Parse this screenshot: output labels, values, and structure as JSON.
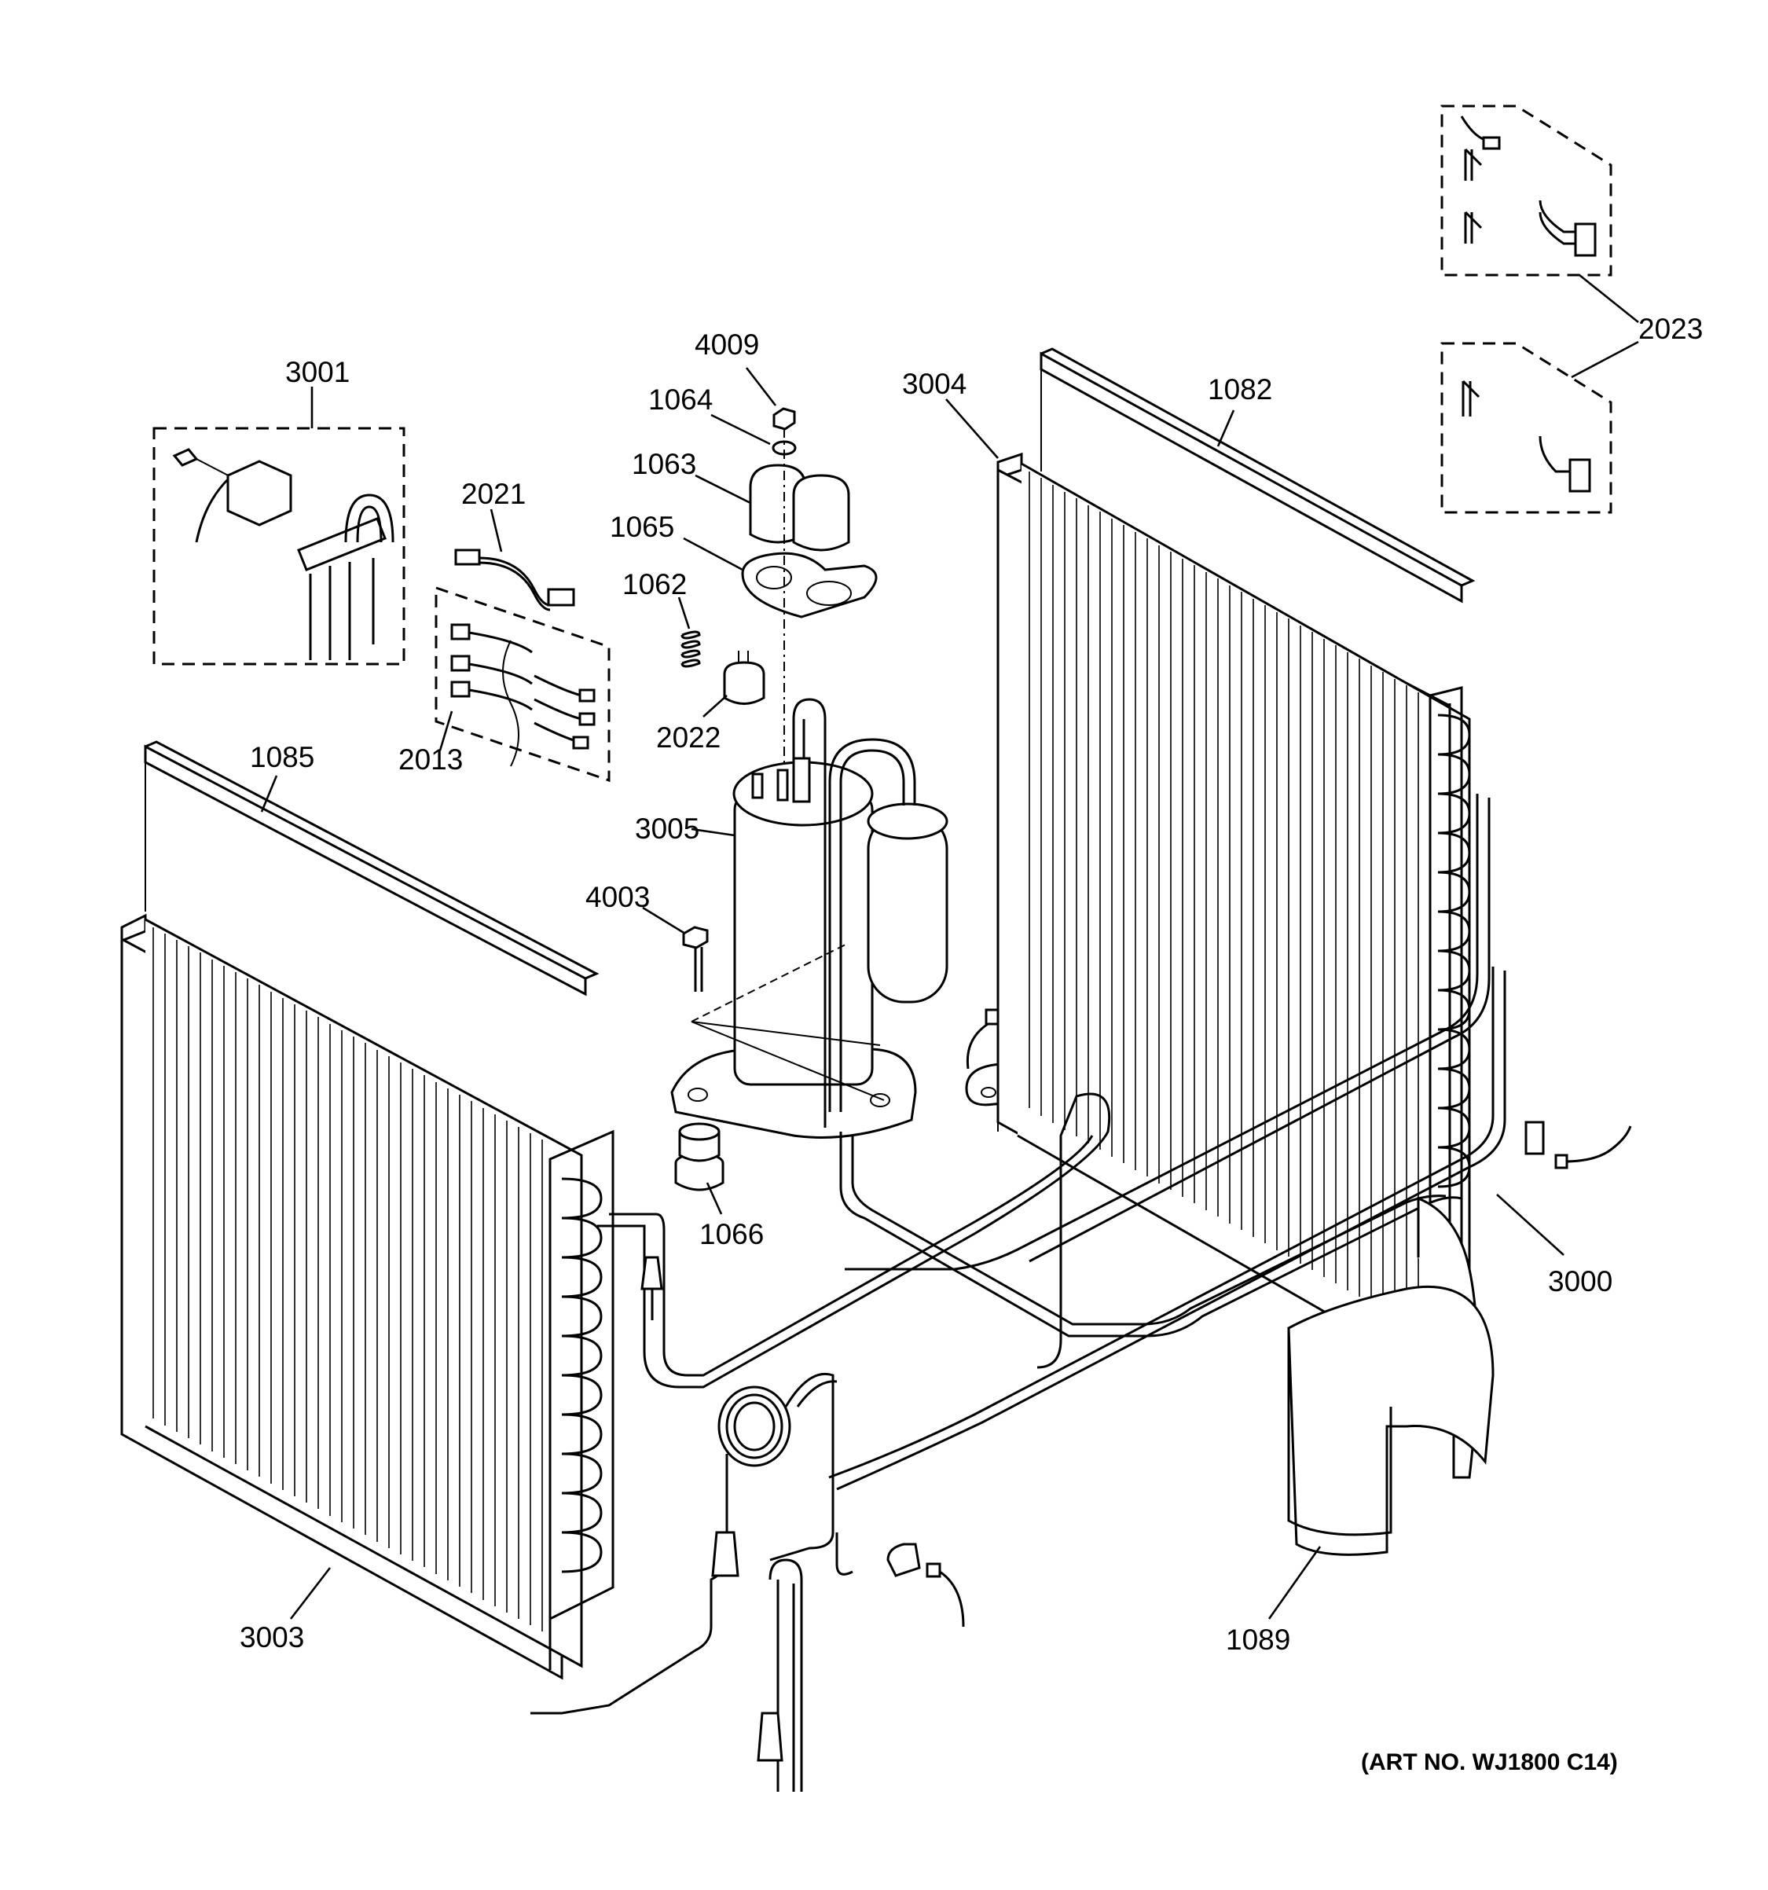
{
  "callouts": {
    "c3001": "3001",
    "c2021": "2021",
    "c2013": "2013",
    "c4009": "4009",
    "c1064": "1064",
    "c1063": "1063",
    "c1065": "1065",
    "c1062": "1062",
    "c2022": "2022",
    "c3005": "3005",
    "c4003": "4003",
    "c1066": "1066",
    "c3004": "3004",
    "c1082": "1082",
    "c2023": "2023",
    "c1085": "1085",
    "c3003": "3003",
    "c3000": "3000",
    "c1089": "1089"
  },
  "art_no": "(ART NO. WJ1800 C14)"
}
